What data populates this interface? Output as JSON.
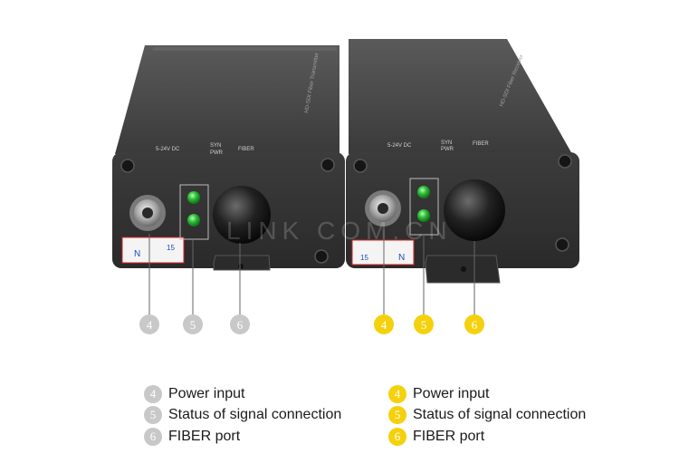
{
  "colors": {
    "grey_badge": "#c8c8c8",
    "yellow_badge": "#f5d10d",
    "led": "#2fbf3c"
  },
  "devices": {
    "left": {
      "panel_dc": "5-24V DC",
      "panel_syn": "SYN",
      "panel_pwr": "PWR",
      "panel_fiber": "FIBER",
      "side_label": "HD-SDI Fiber Transmitter",
      "sticker_n": "N",
      "sticker_num": "15"
    },
    "right": {
      "panel_dc": "5-24V DC",
      "panel_syn": "SYN",
      "panel_pwr": "PWR",
      "panel_fiber": "FIBER",
      "side_label": "HD-SDI Fiber Receiver",
      "sticker_n": "N",
      "sticker_num": "15"
    }
  },
  "watermark": "LINK  COM.CN",
  "callouts": {
    "grey": [
      "4",
      "5",
      "6"
    ],
    "yellow": [
      "4",
      "5",
      "6"
    ]
  },
  "legend": {
    "left": [
      {
        "num": "4",
        "text": "Power input"
      },
      {
        "num": "5",
        "text": "Status of signal connection"
      },
      {
        "num": "6",
        "text": "FIBER port"
      }
    ],
    "right": [
      {
        "num": "4",
        "text": "Power input"
      },
      {
        "num": "5",
        "text": "Status of signal connection"
      },
      {
        "num": "6",
        "text": "FIBER port"
      }
    ]
  }
}
